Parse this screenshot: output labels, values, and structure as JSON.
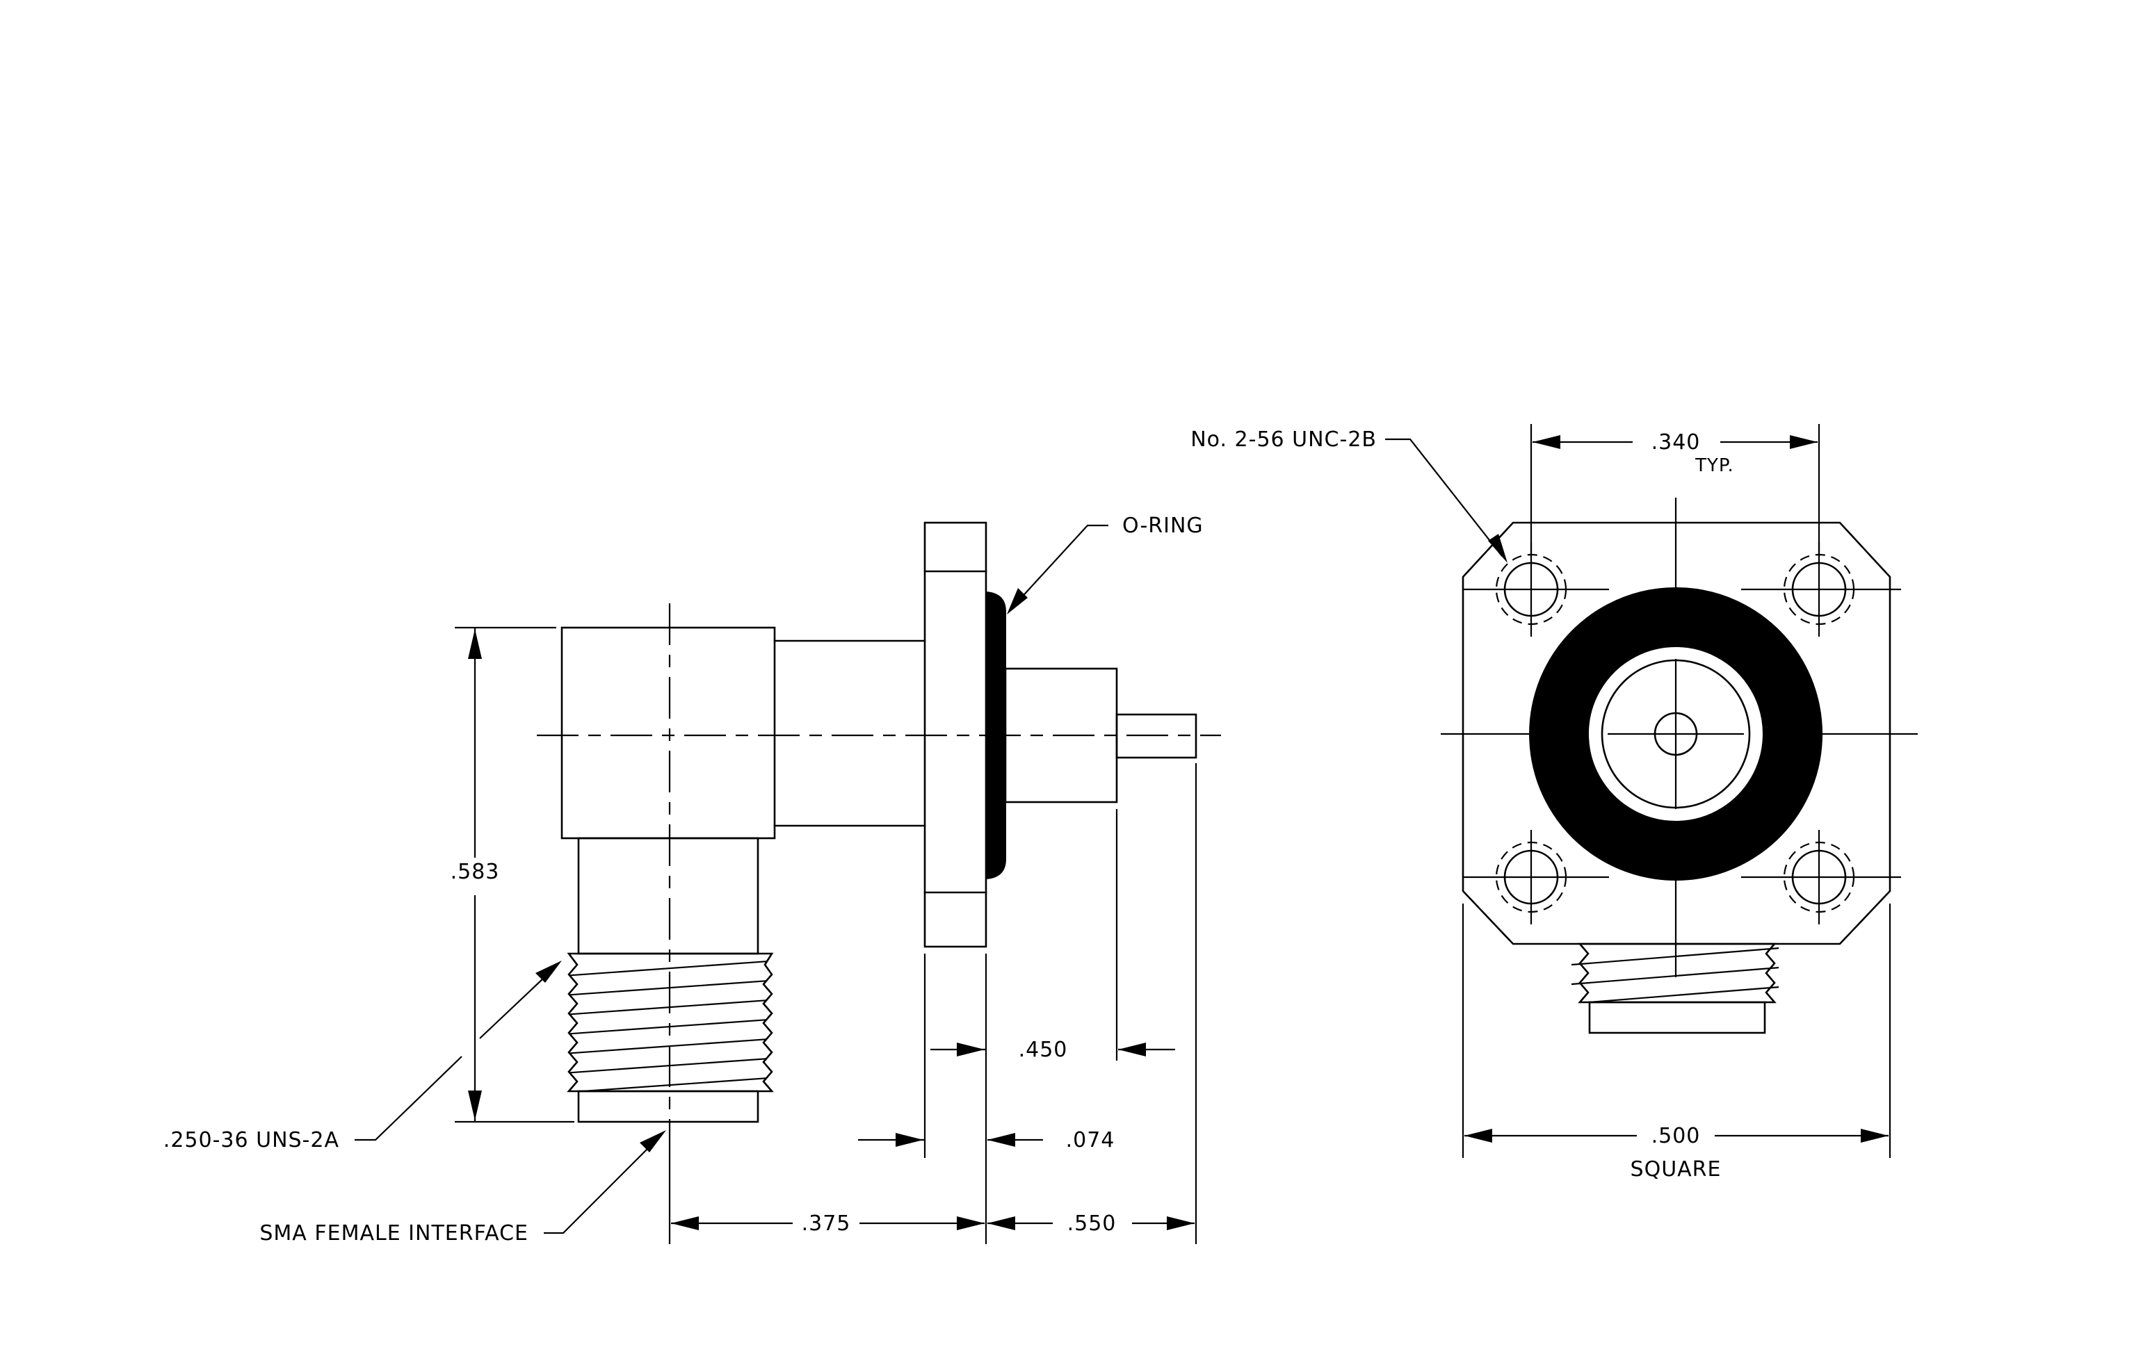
{
  "side_view": {
    "dims": {
      "height": ".583",
      "flange_to_tip": ".450",
      "flange_thickness": ".074",
      "axis_to_flange": ".375",
      "flange_to_end": ".550"
    },
    "callouts": {
      "thread": ".250-36 UNS-2A",
      "interface": "SMA FEMALE INTERFACE",
      "oring": "O-RING"
    }
  },
  "front_view": {
    "dims": {
      "hole_spacing": ".340",
      "hole_spacing_note": "TYP.",
      "flange_size": ".500",
      "flange_size_note": "SQUARE"
    },
    "callouts": {
      "tapped_holes": "No. 2-56 UNC-2B"
    }
  }
}
